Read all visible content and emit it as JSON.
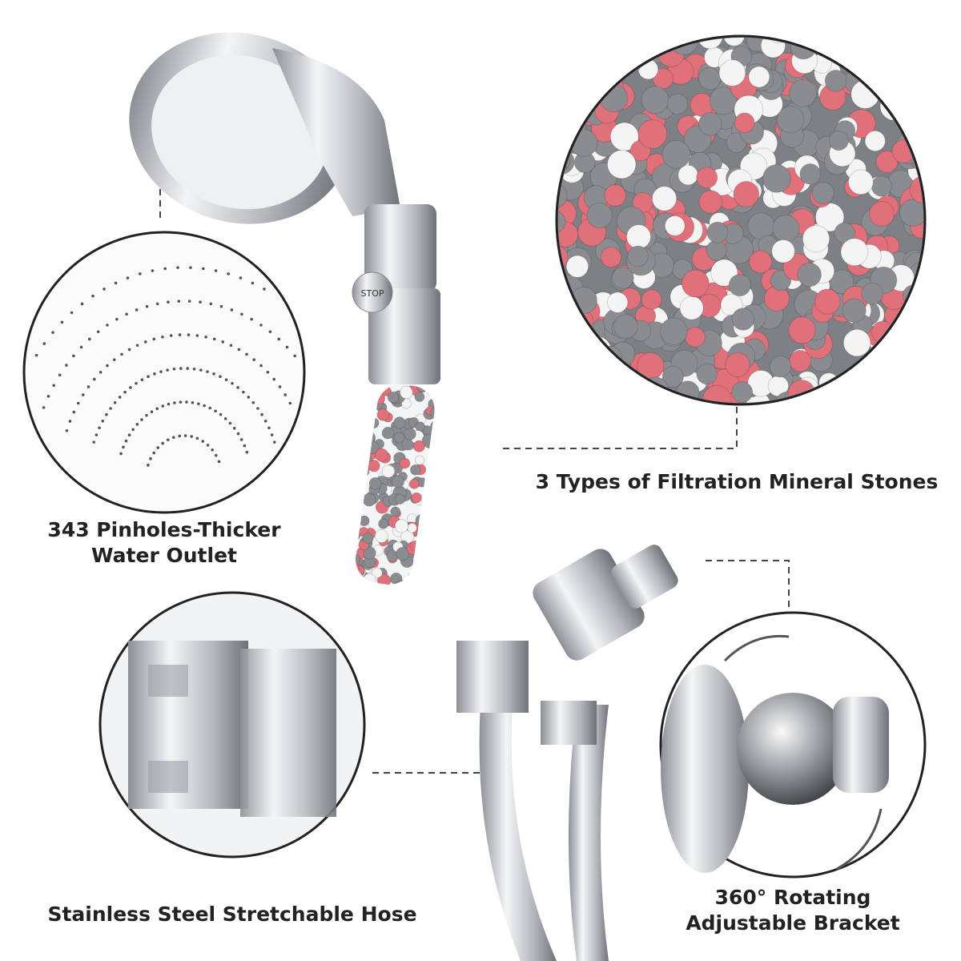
{
  "features": [
    {
      "id": "pinholes",
      "line1": "343 Pinholes-Thicker",
      "line2": "Water Outlet"
    },
    {
      "id": "stones",
      "line1": "3 Types of Filtration Mineral Stones"
    },
    {
      "id": "hose",
      "line1": "Stainless Steel Stretchable Hose"
    },
    {
      "id": "bracket",
      "line1": "360° Rotating",
      "line2": "Adjustable Bracket"
    }
  ],
  "product": {
    "stop_button_label": "STOP"
  },
  "colors": {
    "chrome": "#c8cbd0",
    "stone_red": "#e0707a",
    "stone_grey": "#8a8c90",
    "stone_white": "#f4f4f4",
    "dash": "#444444"
  }
}
